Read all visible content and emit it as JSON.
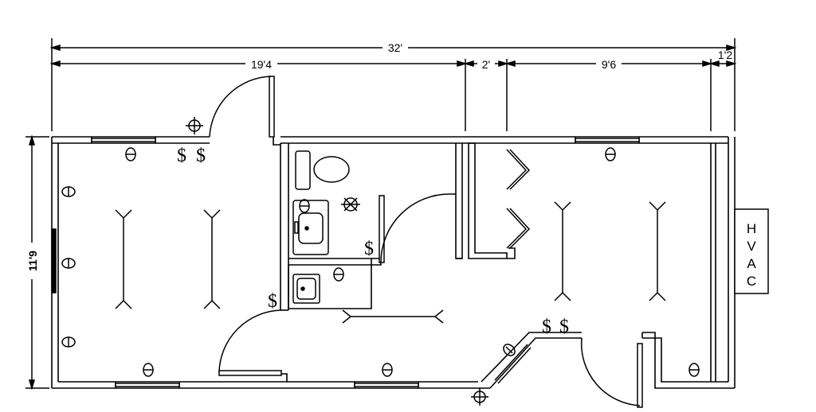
{
  "dimensions": {
    "overall_length": "32'",
    "seg_1": "19'4",
    "seg_2": "2'",
    "seg_3": "9'6",
    "seg_4": "1'2",
    "overall_width": "11'9"
  },
  "hvac": {
    "letters": [
      "H",
      "V",
      "A",
      "C"
    ]
  },
  "switch_symbol": "$",
  "colors": {
    "ink": "#000000",
    "background": "#ffffff"
  }
}
